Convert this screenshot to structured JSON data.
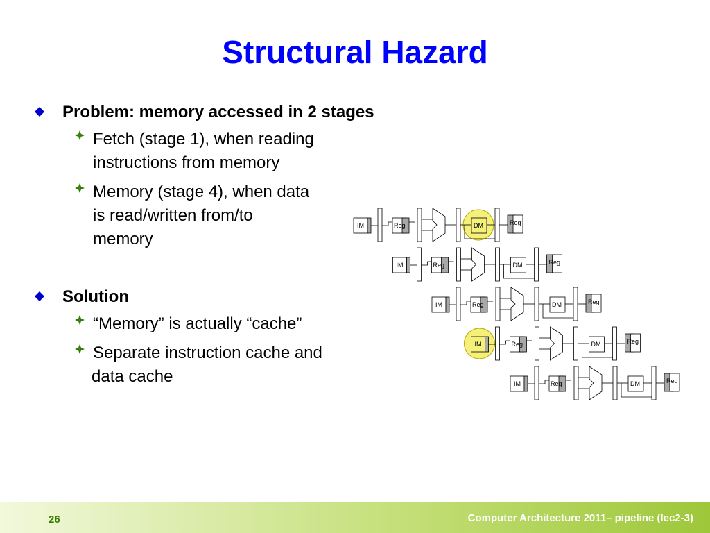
{
  "slide": {
    "title": "Structural Hazard",
    "bullets": [
      {
        "text": "Problem: memory accessed in 2 stages",
        "sub": [
          {
            "lines": [
              "Fetch (stage 1), when reading",
              "instructions from memory"
            ]
          },
          {
            "lines": [
              "Memory (stage 4), when data",
              "is read/written from/to",
              "memory"
            ]
          }
        ]
      },
      {
        "text": "Solution",
        "sub": [
          {
            "lines": [
              "“Memory” is actually “cache”"
            ]
          },
          {
            "lines": [
              "Separate instruction cache and",
              "data cache"
            ]
          }
        ]
      }
    ]
  },
  "diagram": {
    "stage_labels": {
      "im": "IM",
      "reg": "Reg",
      "dm": "DM"
    },
    "instruction_count": 5,
    "highlights": [
      {
        "instruction": 0,
        "stage": "dm"
      },
      {
        "instruction": 3,
        "stage": "im"
      }
    ],
    "colors": {
      "highlight": "#f5f07a",
      "highlight_stroke": "#b8a800",
      "shade": "#a8a8a8"
    }
  },
  "footer": {
    "page_number": "26",
    "text": "Computer Architecture 2011– pipeline (lec2-3)"
  },
  "theme": {
    "title_color": "#0000ff",
    "bullet_color": "#0000cc",
    "footer_page_color": "#3a7d00"
  }
}
